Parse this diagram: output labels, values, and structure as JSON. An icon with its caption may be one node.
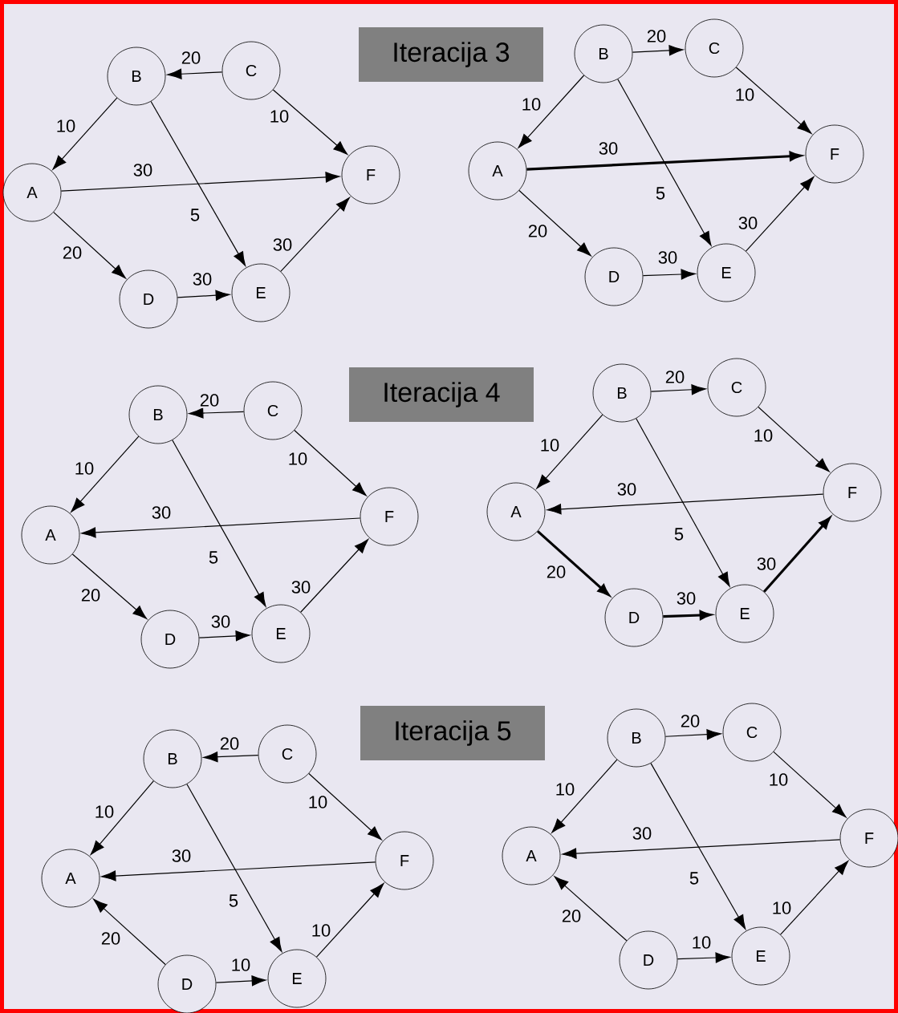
{
  "diagram": {
    "nodes": [
      {
        "text": [
          "A"
        ]
      },
      {
        "text": [
          "B"
        ]
      },
      {
        "text": [
          "C"
        ]
      },
      {
        "text": [
          "D"
        ]
      },
      {
        "text": [
          "E"
        ]
      },
      {
        "text": [
          "F"
        ]
      },
      {
        "text": [
          "A"
        ]
      },
      {
        "text": [
          "B"
        ]
      },
      {
        "text": [
          "C"
        ]
      },
      {
        "text": [
          "D"
        ]
      },
      {
        "text": [
          "E"
        ]
      },
      {
        "text": [
          "F"
        ]
      },
      {
        "text": [
          "A"
        ]
      },
      {
        "text": [
          "B"
        ]
      },
      {
        "text": [
          "C"
        ]
      },
      {
        "text": [
          "D"
        ]
      },
      {
        "text": [
          "E"
        ]
      },
      {
        "text": [
          "F"
        ]
      },
      {
        "text": [
          "A"
        ]
      },
      {
        "text": [
          "B"
        ]
      },
      {
        "text": [
          "C"
        ]
      },
      {
        "text": [
          "D"
        ]
      },
      {
        "text": [
          "E"
        ]
      },
      {
        "text": [
          "F"
        ]
      },
      {
        "text": [
          "A"
        ]
      },
      {
        "text": [
          "B"
        ]
      },
      {
        "text": [
          "C"
        ]
      },
      {
        "text": [
          "D"
        ]
      },
      {
        "text": [
          "E"
        ]
      },
      {
        "text": [
          "F"
        ]
      },
      {
        "text": [
          "A"
        ]
      },
      {
        "text": [
          "B"
        ]
      },
      {
        "text": [
          "C"
        ]
      },
      {
        "text": [
          "D"
        ]
      },
      {
        "text": [
          "E"
        ]
      },
      {
        "text": [
          "F"
        ]
      }
    ],
    "edges": [
      {
        "from": 2,
        "to": 1,
        "arrow": "to",
        "label": "20"
      },
      {
        "from": 1,
        "to": 0,
        "arrow": "to",
        "label": "10"
      },
      {
        "from": 2,
        "to": 5,
        "arrow": "to",
        "label": "10"
      },
      {
        "from": 0,
        "to": 5,
        "arrow": "to",
        "label": "30"
      },
      {
        "from": 1,
        "to": 4,
        "arrow": "to",
        "label": "5"
      },
      {
        "from": 0,
        "to": 3,
        "arrow": "to",
        "label": "20"
      },
      {
        "from": 3,
        "to": 4,
        "arrow": "to",
        "label": "30"
      },
      {
        "from": 4,
        "to": 5,
        "arrow": "to",
        "label": "30"
      },
      {
        "from": 7,
        "to": 8,
        "arrow": "to",
        "label": "20"
      },
      {
        "from": 7,
        "to": 6,
        "arrow": "to",
        "label": "10"
      },
      {
        "from": 8,
        "to": 11,
        "arrow": "to",
        "label": "10"
      },
      {
        "from": 6,
        "to": 11,
        "arrow": "to",
        "label": "30",
        "style": "thick"
      },
      {
        "from": 7,
        "to": 10,
        "arrow": "to",
        "label": "5"
      },
      {
        "from": 6,
        "to": 9,
        "arrow": "to",
        "label": "20"
      },
      {
        "from": 9,
        "to": 10,
        "arrow": "to",
        "label": "30"
      },
      {
        "from": 10,
        "to": 11,
        "arrow": "to",
        "label": "30"
      },
      {
        "from": 14,
        "to": 13,
        "arrow": "to",
        "label": "20"
      },
      {
        "from": 13,
        "to": 12,
        "arrow": "to",
        "label": "10"
      },
      {
        "from": 14,
        "to": 17,
        "arrow": "to",
        "label": "10"
      },
      {
        "from": 17,
        "to": 12,
        "arrow": "to",
        "label": "30"
      },
      {
        "from": 13,
        "to": 16,
        "arrow": "to",
        "label": "5"
      },
      {
        "from": 12,
        "to": 15,
        "arrow": "to",
        "label": "20"
      },
      {
        "from": 15,
        "to": 16,
        "arrow": "to",
        "label": "30"
      },
      {
        "from": 16,
        "to": 17,
        "arrow": "to",
        "label": "30"
      },
      {
        "from": 19,
        "to": 20,
        "arrow": "to",
        "label": "20"
      },
      {
        "from": 19,
        "to": 18,
        "arrow": "to",
        "label": "10"
      },
      {
        "from": 20,
        "to": 23,
        "arrow": "to",
        "label": "10"
      },
      {
        "from": 23,
        "to": 18,
        "arrow": "to",
        "label": "30"
      },
      {
        "from": 19,
        "to": 22,
        "arrow": "to",
        "label": "5"
      },
      {
        "from": 18,
        "to": 21,
        "arrow": "to",
        "label": "20",
        "style": "thick"
      },
      {
        "from": 21,
        "to": 22,
        "arrow": "to",
        "label": "30",
        "style": "thick"
      },
      {
        "from": 22,
        "to": 23,
        "arrow": "to",
        "label": "30",
        "style": "thick"
      },
      {
        "from": 26,
        "to": 25,
        "arrow": "to",
        "label": "20"
      },
      {
        "from": 25,
        "to": 24,
        "arrow": "to",
        "label": "10"
      },
      {
        "from": 26,
        "to": 29,
        "arrow": "to",
        "label": "10"
      },
      {
        "from": 29,
        "to": 24,
        "arrow": "to",
        "label": "30"
      },
      {
        "from": 25,
        "to": 28,
        "arrow": "to",
        "label": "5"
      },
      {
        "from": 27,
        "to": 24,
        "arrow": "to",
        "label": "20"
      },
      {
        "from": 27,
        "to": 28,
        "arrow": "to",
        "label": "10"
      },
      {
        "from": 28,
        "to": 29,
        "arrow": "to",
        "label": "10"
      },
      {
        "from": 31,
        "to": 32,
        "arrow": "to",
        "label": "20"
      },
      {
        "from": 31,
        "to": 30,
        "arrow": "to",
        "label": "10"
      },
      {
        "from": 32,
        "to": 35,
        "arrow": "to",
        "label": "10"
      },
      {
        "from": 35,
        "to": 30,
        "arrow": "to",
        "label": "30"
      },
      {
        "from": 31,
        "to": 34,
        "arrow": "to",
        "label": "5"
      },
      {
        "from": 33,
        "to": 30,
        "arrow": "to",
        "label": "20"
      },
      {
        "from": 33,
        "to": 34,
        "arrow": "to",
        "label": "10"
      },
      {
        "from": 34,
        "to": 35,
        "arrow": "to",
        "label": "10"
      }
    ],
    "labels": [
      "Iteracija 3",
      "Iteracija 4",
      "Iteracija 5"
    ]
  }
}
